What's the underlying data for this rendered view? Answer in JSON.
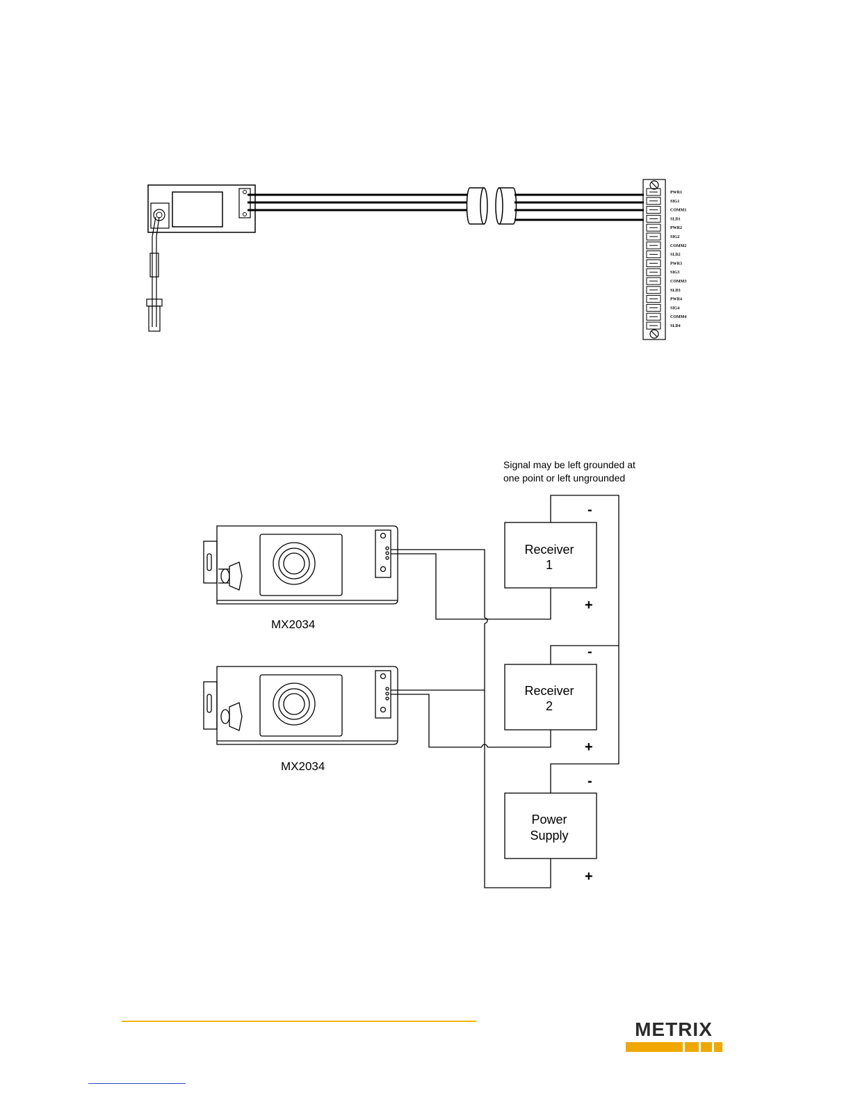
{
  "wiring": {
    "terminals": [
      "PWR1",
      "SIG1",
      "COMM1",
      "SLD1",
      "PWR2",
      "SIG2",
      "COMM2",
      "SLD2",
      "PWR3",
      "SIG3",
      "COMM3",
      "SLD3",
      "PWR4",
      "SIG4",
      "COMM4",
      "SLD4"
    ]
  },
  "system": {
    "note_line1": "Signal may be left grounded at",
    "note_line2": "one point or left ungrounded",
    "receiver1_line1": "Receiver",
    "receiver1_line2": "1",
    "receiver2_line1": "Receiver",
    "receiver2_line2": "2",
    "power_line1": "Power",
    "power_line2": "Supply",
    "minus": "-",
    "plus": "+",
    "device1_label": "MX2034",
    "device2_label": "MX2034"
  },
  "footer": {
    "logo_text": "METRIX",
    "accent_color": "#f0b400",
    "logo_color": "#f0a800"
  }
}
